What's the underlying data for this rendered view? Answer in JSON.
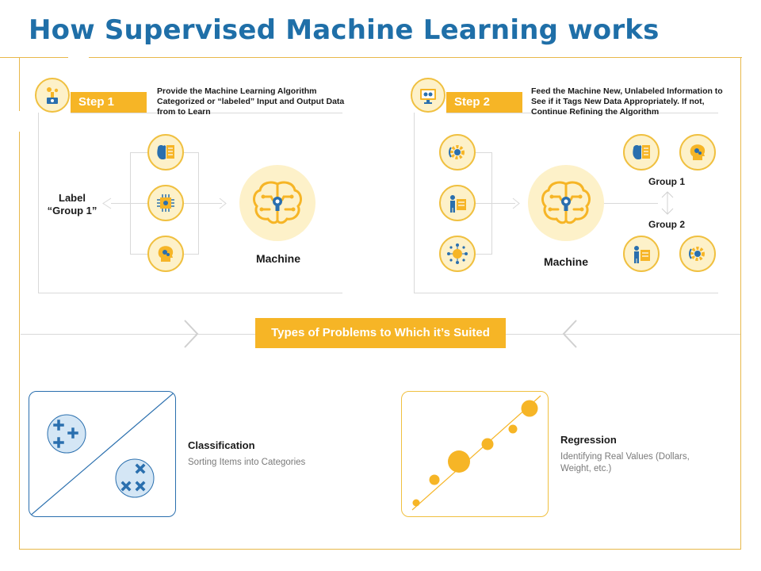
{
  "title": "How Supervised Machine Learning works",
  "step1": {
    "badge": "Step 1",
    "description": "Provide the Machine Learning Algorithm Categorized or “labeled” Input and Output Data from to Learn",
    "label_line1": "Label",
    "label_line2": "“Group 1”",
    "machine_label": "Machine"
  },
  "step2": {
    "badge": "Step 2",
    "description": "Feed the Machine New, Unlabeled Information to See if it Tags New Data Appropriately. If not, Continue Refining the Algorithm",
    "machine_label": "Machine",
    "group1": "Group 1",
    "group2": "Group 2"
  },
  "banner": "Types of Problems to Which it’s Suited",
  "classification": {
    "title": "Classification",
    "description": "Sorting Items into Categories"
  },
  "regression": {
    "title": "Regression",
    "description": "Identifying Real Values (Dollars, Weight, etc.)"
  },
  "colors": {
    "accent": "#f6b526",
    "title_blue": "#1f6fa8",
    "icon_blue": "#2a6fae",
    "circle_fill": "#fdf1c9"
  }
}
